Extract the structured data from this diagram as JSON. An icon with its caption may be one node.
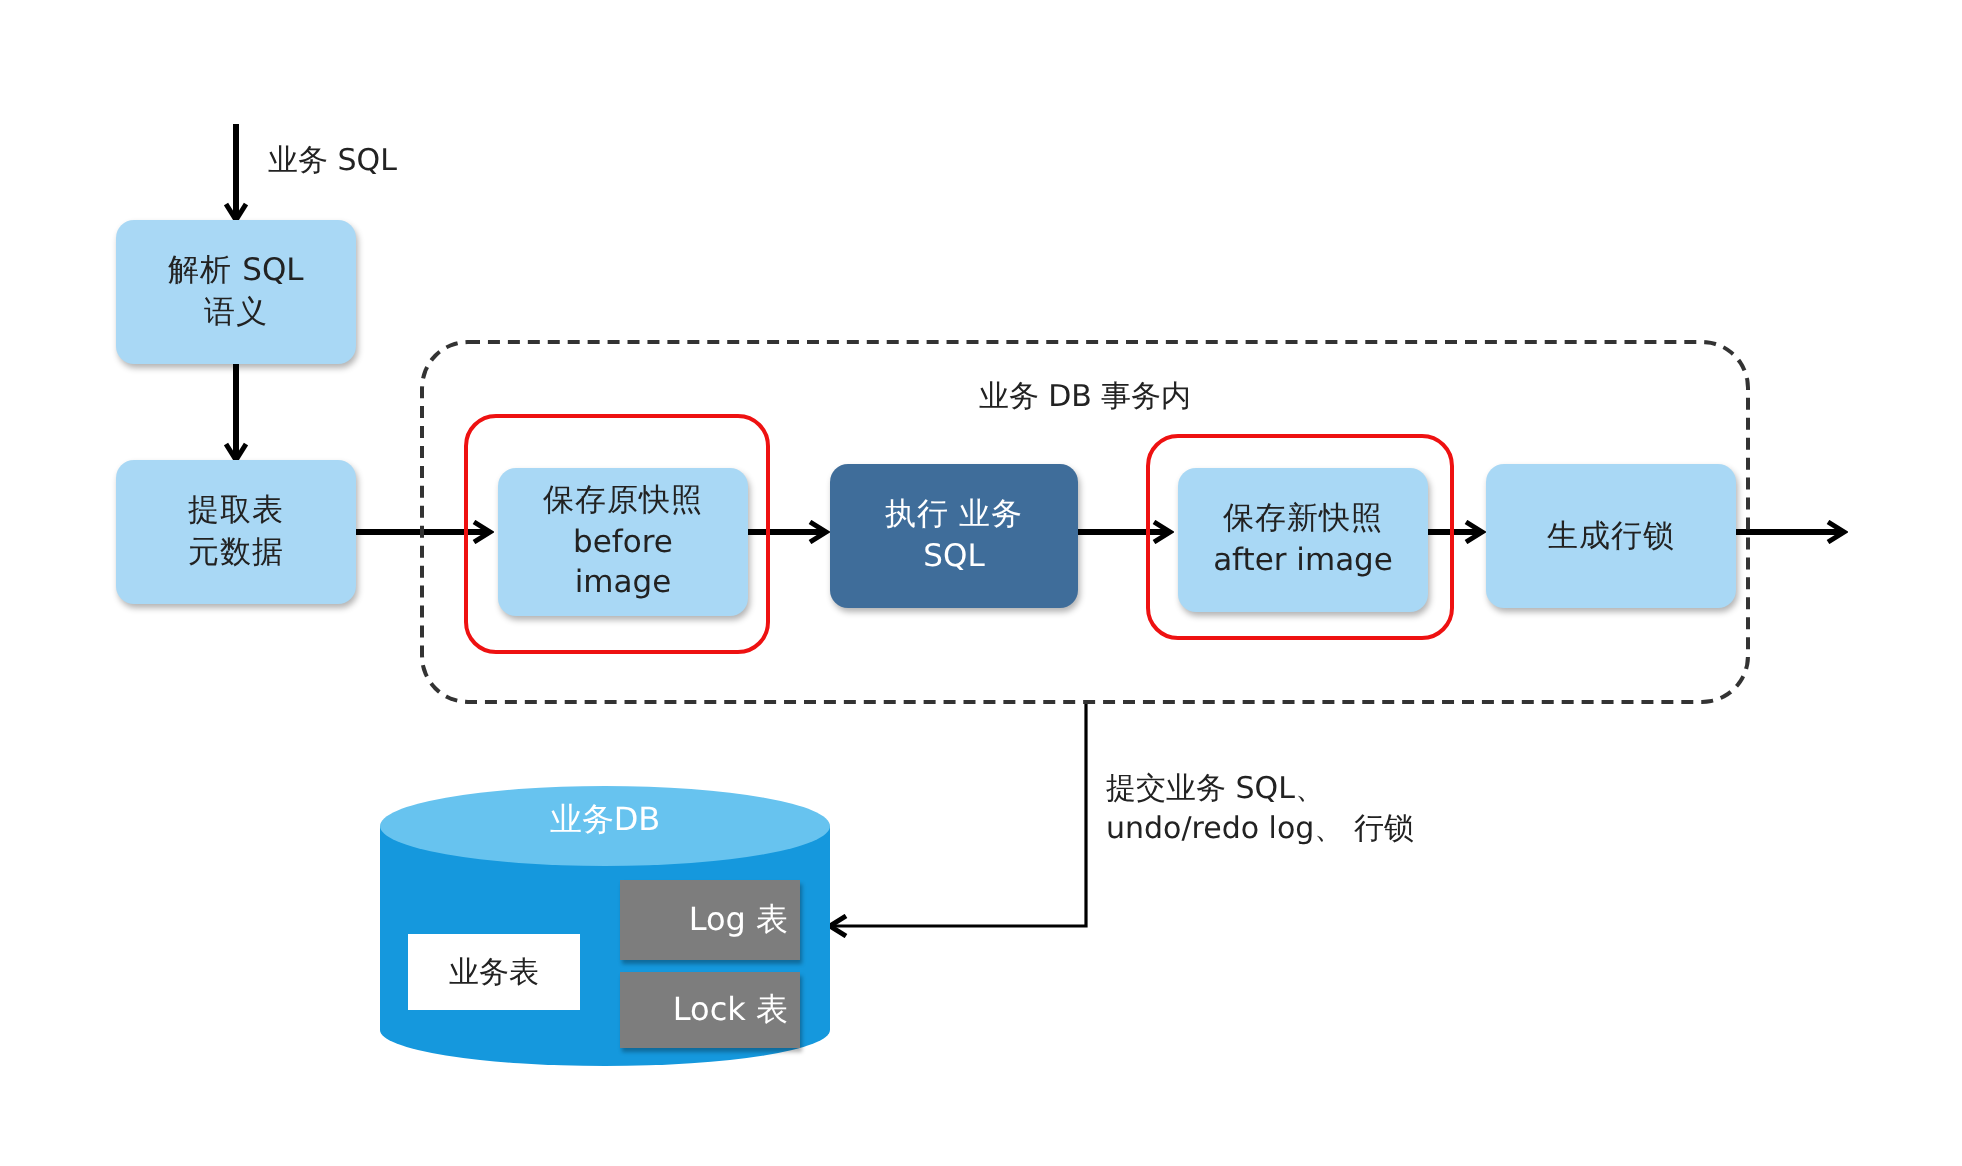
{
  "diagram": {
    "nodes": [
      {
        "text": [
          "解析 SQL 语义"
        ]
      },
      {
        "text": [
          "提取表元数据"
        ]
      },
      {
        "text": [
          "业务 DB 事务内"
        ]
      },
      {
        "text": [],
        "shape": "box",
        "in": 2
      },
      {
        "text": [
          "保存原快照 before image"
        ],
        "in": 3
      },
      {
        "text": [
          "执行 业务 SQL"
        ],
        "in": 2
      },
      {
        "text": [],
        "shape": "box",
        "in": 2
      },
      {
        "text": [
          "保存新快照 after image"
        ],
        "in": 6
      },
      {
        "text": [
          "生成行锁"
        ],
        "in": 2
      },
      {
        "text": [
          "业务DB"
        ]
      },
      {
        "text": [
          "业务表"
        ],
        "in": 9
      },
      {
        "text": [
          "Log 表"
        ],
        "in": 9
      },
      {
        "text": [
          "Lock 表"
        ],
        "in": 9
      }
    ],
    "edges": [
      {
        "from": null,
        "to": 0,
        "arrow": "to",
        "label": "业务 SQL"
      },
      {
        "from": 0,
        "to": 1,
        "arrow": "to"
      },
      {
        "from": 1,
        "to": 4,
        "arrow": "to"
      },
      {
        "from": 4,
        "to": 5,
        "arrow": "to"
      },
      {
        "from": 5,
        "to": 7,
        "arrow": "to"
      },
      {
        "from": 7,
        "to": 8,
        "arrow": "to"
      },
      {
        "from": 8,
        "to": null,
        "arrow": "to"
      },
      {
        "from": 2,
        "to": 9,
        "arrow": "to",
        "label": "提交业务 SQL、 undo/redo log、 行锁"
      }
    ]
  }
}
